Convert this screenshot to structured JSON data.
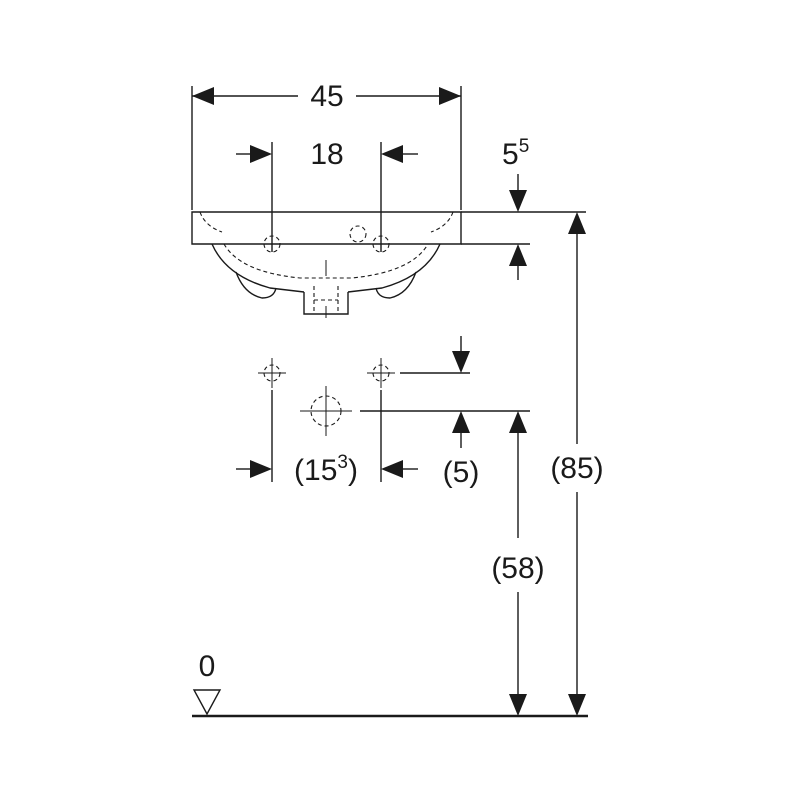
{
  "dimensions": {
    "overall_width": "45",
    "tap_hole_spacing": "18",
    "rim_height_base": "5",
    "rim_height_sup": "5",
    "wall_fixing_spacing_open": "(15",
    "wall_fixing_spacing_sup": "3",
    "wall_fixing_spacing_close": ")",
    "fixing_offset": "(5)",
    "fixing_height": "(58)",
    "total_height": "(85)"
  },
  "floor_level": {
    "label": "0"
  }
}
